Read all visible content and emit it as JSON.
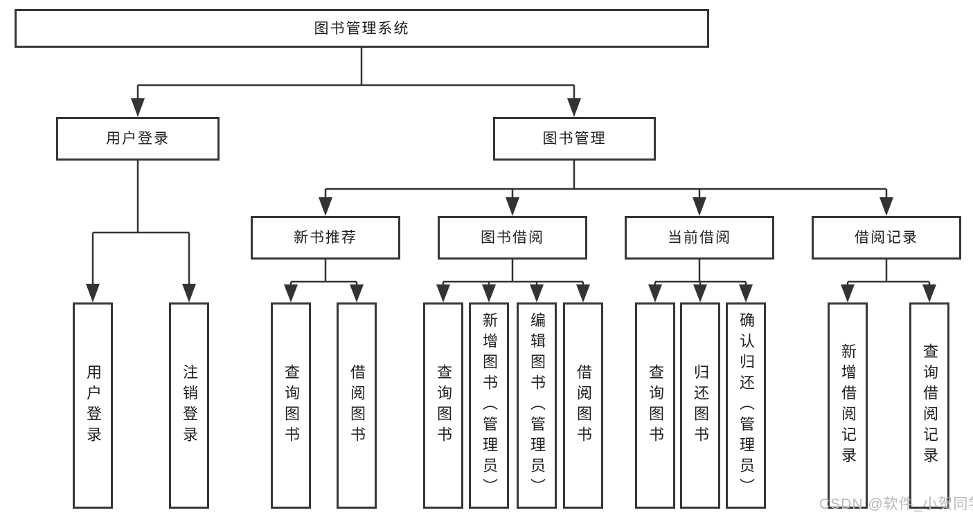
{
  "diagram": {
    "root": {
      "label": "图书管理系统"
    },
    "level2": [
      {
        "label": "用户登录",
        "parent": "图书管理系统"
      },
      {
        "label": "图书管理",
        "parent": "图书管理系统"
      }
    ],
    "level3": [
      {
        "label": "新书推荐",
        "parent": "图书管理"
      },
      {
        "label": "图书借阅",
        "parent": "图书管理"
      },
      {
        "label": "当前借阅",
        "parent": "图书管理"
      },
      {
        "label": "借阅记录",
        "parent": "图书管理"
      }
    ],
    "leaves": [
      {
        "label": "用户登录",
        "parent": "用户登录"
      },
      {
        "label": "注销登录",
        "parent": "用户登录"
      },
      {
        "label": "查询图书",
        "parent": "新书推荐"
      },
      {
        "label": "借阅图书",
        "parent": "新书推荐"
      },
      {
        "label": "查询图书",
        "parent": "图书借阅"
      },
      {
        "label": "新增图书（管理员）",
        "parent": "图书借阅"
      },
      {
        "label": "编辑图书（管理员）",
        "parent": "图书借阅"
      },
      {
        "label": "借阅图书",
        "parent": "图书借阅"
      },
      {
        "label": "查询图书",
        "parent": "当前借阅"
      },
      {
        "label": "归还图书",
        "parent": "当前借阅"
      },
      {
        "label": "确认归还（管理员）",
        "parent": "当前借阅"
      },
      {
        "label": "新增借阅记录",
        "parent": "借阅记录"
      },
      {
        "label": "查询借阅记录",
        "parent": "借阅记录"
      }
    ]
  },
  "watermark": "CSDN @软件_小贺同学",
  "colors": {
    "line": "#333333",
    "node_border": "#363636",
    "node_fill": "#ffffff",
    "text": "#1f1f1f",
    "watermark": "#b9b9b9",
    "background": "#ffffff"
  }
}
